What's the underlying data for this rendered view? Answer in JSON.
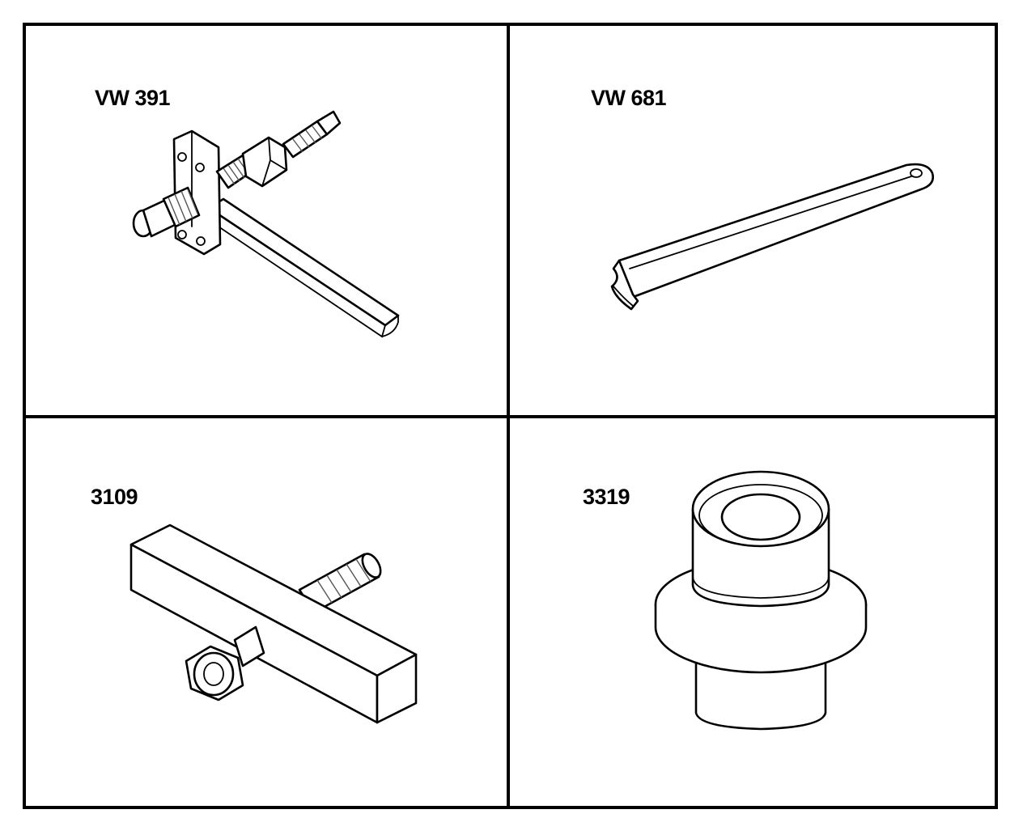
{
  "tools": [
    {
      "id": "VW 391",
      "icon": "adjuster-tool-icon"
    },
    {
      "id": "VW 681",
      "icon": "hook-spanner-icon"
    },
    {
      "id": "3109",
      "icon": "t-bar-puller-icon"
    },
    {
      "id": "3319",
      "icon": "stepped-drift-icon"
    }
  ]
}
